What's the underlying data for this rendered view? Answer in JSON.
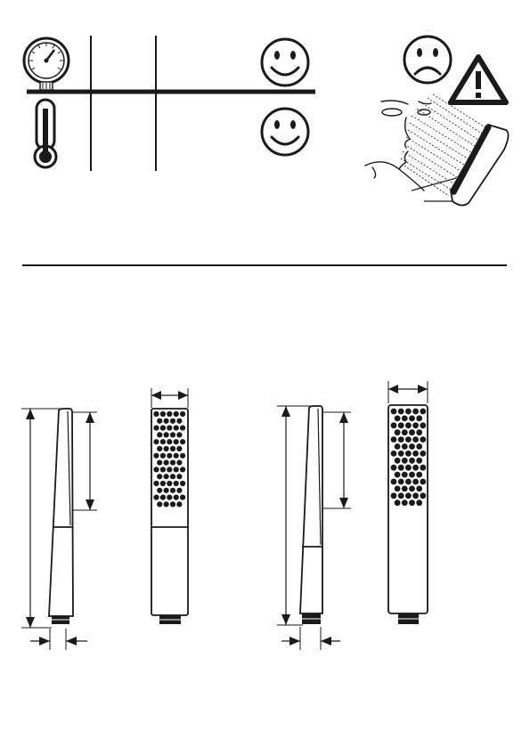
{
  "page": {
    "background": "#ffffff",
    "ink_color": "#1a1a1a"
  },
  "top_section": {
    "symbols": [
      {
        "icon": "pressure-gauge-icon"
      },
      {
        "icon": "thermometer-icon"
      },
      {
        "icon": "smiley-happy-icon"
      },
      {
        "icon": "smiley-happy-icon"
      },
      {
        "icon": "smiley-sad-icon"
      },
      {
        "icon": "warning-triangle-icon"
      },
      {
        "icon": "face-spray-illustration"
      }
    ]
  },
  "products": [
    {
      "name": "hand-shower-narrow",
      "views": [
        "side-view",
        "front-view"
      ],
      "nozzle_rows": 14
    },
    {
      "name": "hand-shower-wide",
      "views": [
        "side-view",
        "front-view"
      ],
      "nozzle_rows": 14
    }
  ]
}
